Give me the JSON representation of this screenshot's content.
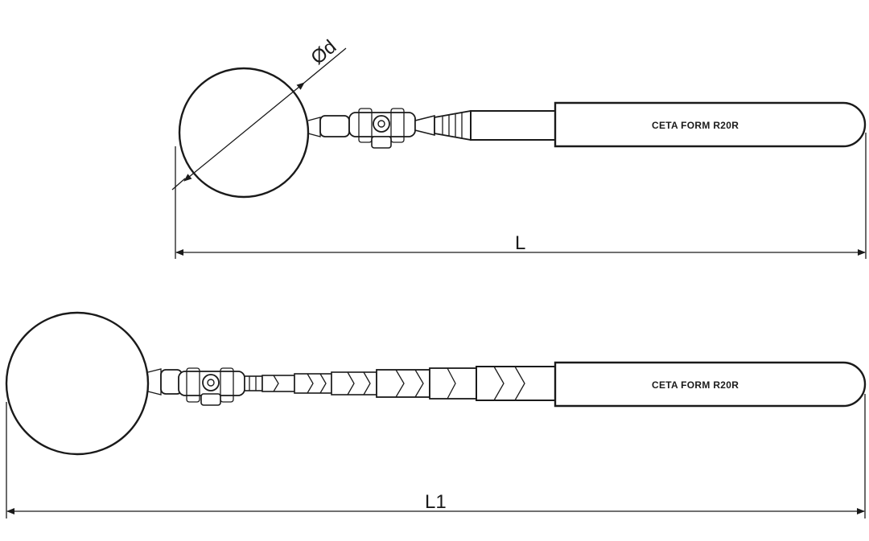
{
  "dimensions": {
    "diameter_label": "Ød",
    "length_collapsed_label": "L",
    "length_extended_label": "L1"
  },
  "tool_collapsed": {
    "handle_text": "CETA FORM R20R"
  },
  "tool_extended": {
    "handle_text": "CETA FORM R20R"
  },
  "colors": {
    "line": "#1a1a1a",
    "background": "#ffffff"
  }
}
